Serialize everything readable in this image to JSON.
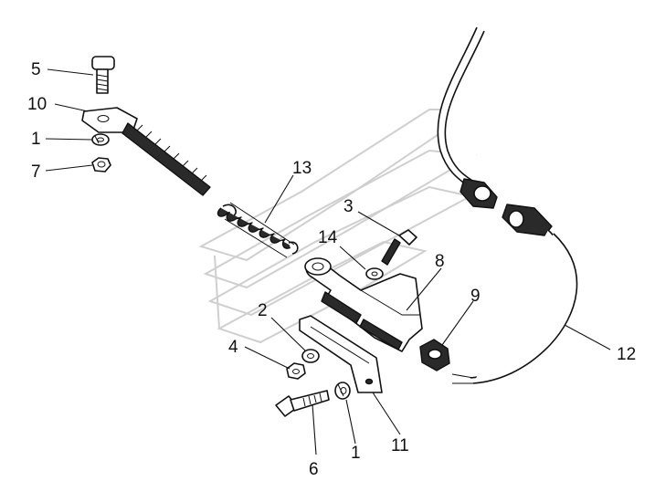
{
  "callouts": [
    {
      "id": "c5",
      "label": "5"
    },
    {
      "id": "c10",
      "label": "10"
    },
    {
      "id": "c1a",
      "label": "1"
    },
    {
      "id": "c7",
      "label": "7"
    },
    {
      "id": "c13",
      "label": "13"
    },
    {
      "id": "c3",
      "label": "3"
    },
    {
      "id": "c14",
      "label": "14"
    },
    {
      "id": "c8",
      "label": "8"
    },
    {
      "id": "c9",
      "label": "9"
    },
    {
      "id": "c2",
      "label": "2"
    },
    {
      "id": "c4",
      "label": "4"
    },
    {
      "id": "c12",
      "label": "12"
    },
    {
      "id": "c6",
      "label": "6"
    },
    {
      "id": "c1b",
      "label": "1"
    },
    {
      "id": "c11",
      "label": "11"
    }
  ],
  "colors": {
    "line": "#111111",
    "watermark": "#cfcfcf",
    "background": "#ffffff"
  }
}
